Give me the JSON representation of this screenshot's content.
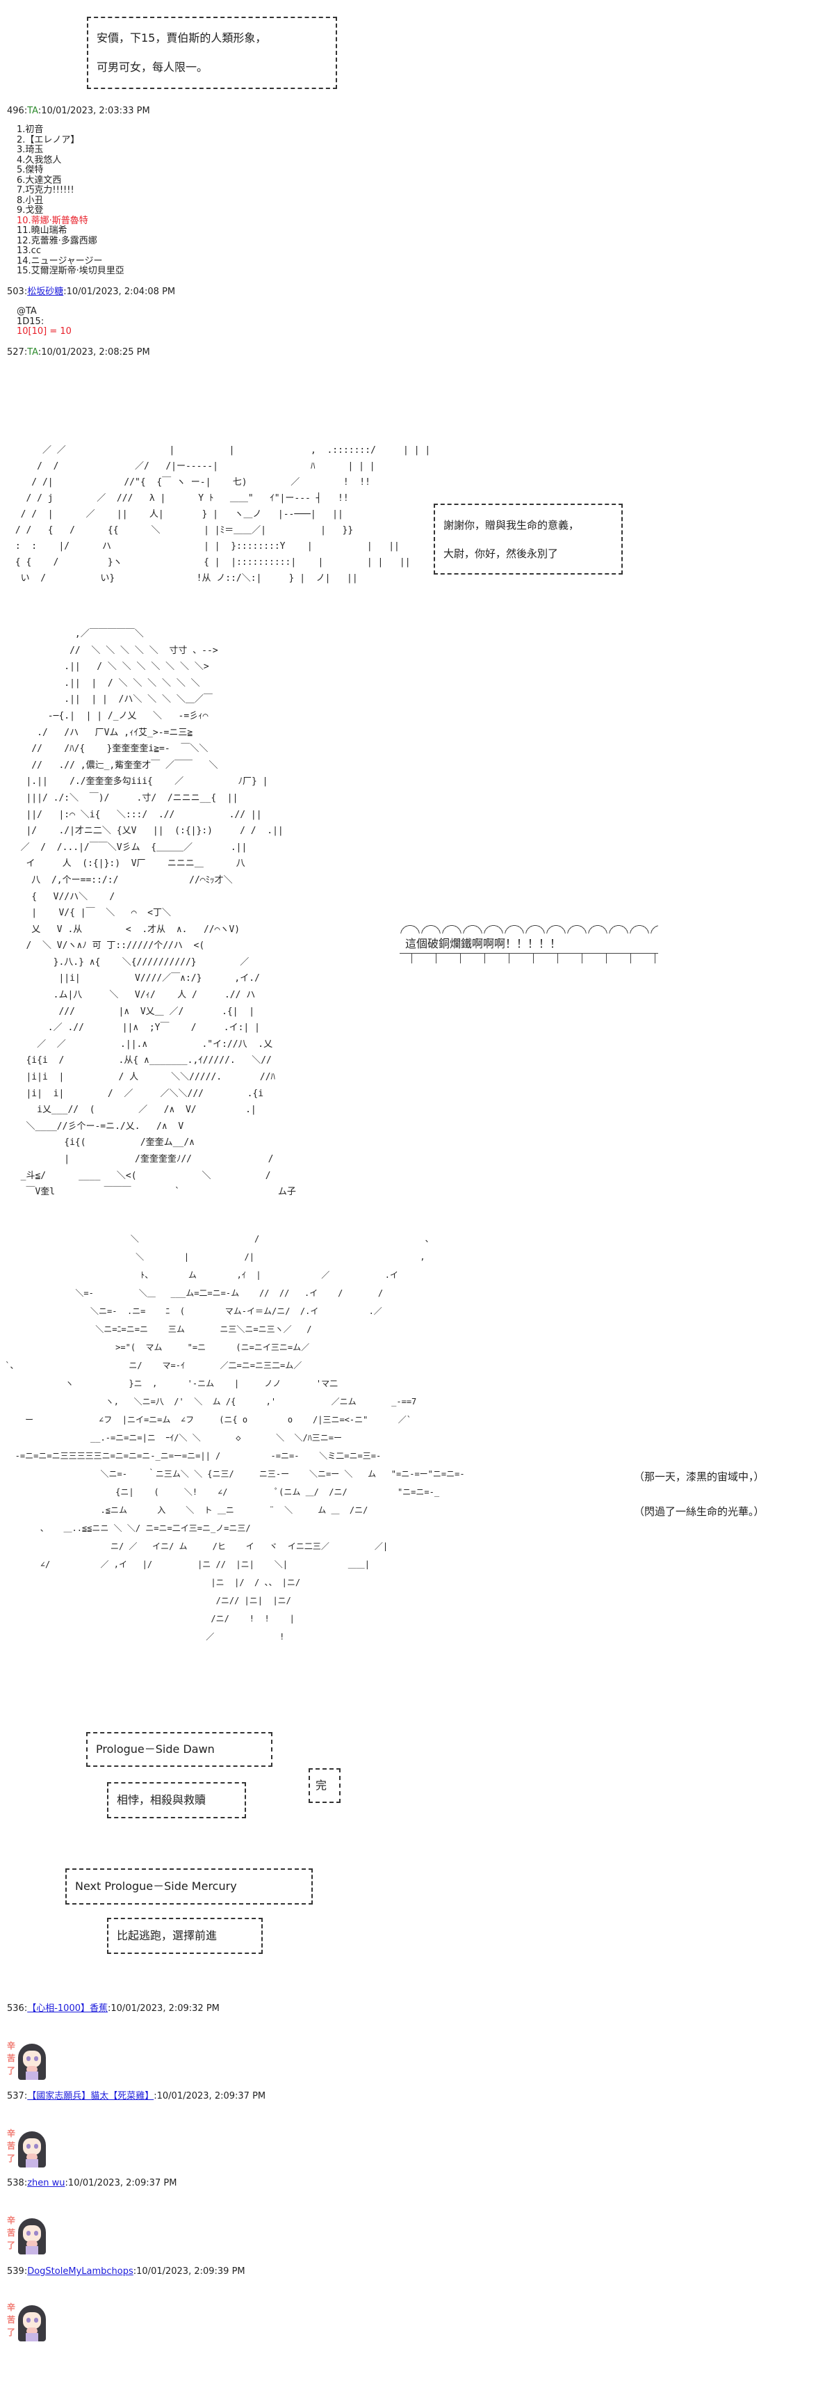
{
  "intro_box": {
    "line1": "安價，下15，賈伯斯的人類形象，",
    "line2": "可男可女，每人限一。"
  },
  "posts": [
    {
      "num": "496",
      "author": "TA",
      "time": "10/01/2023, 2:03:33 PM"
    },
    {
      "num": "503",
      "author": "松坂砂糖",
      "time": "10/01/2023, 2:04:08 PM"
    },
    {
      "num": "527",
      "author": "TA",
      "time": "10/01/2023, 2:08:25 PM"
    },
    {
      "num": "536",
      "author": "【心相-1000】香蕉",
      "time": "10/01/2023, 2:09:32 PM"
    },
    {
      "num": "537",
      "author": "【國家志願兵】貓太【死菜雞】",
      "time": "10/01/2023, 2:09:37 PM"
    },
    {
      "num": "538",
      "author": "zhen wu",
      "time": "10/01/2023, 2:09:37 PM"
    },
    {
      "num": "539",
      "author": "DogStoleMyLambchops",
      "time": "10/01/2023, 2:09:39 PM"
    }
  ],
  "candidates": [
    "1.初音",
    "2.【エレノア】",
    "3.琦玉",
    "4.久我悠人",
    "5.傑特",
    "6.大達文西",
    "7.巧克力!!!!!!",
    "8.小丑",
    "9.戈登",
    "10.蒂娜·斯普魯特",
    "11.曉山瑞希",
    "12.克蕾雅·多露西娜",
    "13.cc",
    "14.ニュージャージー",
    "15.艾爾涅斯帝·埃切貝里亞"
  ],
  "highlight_index": 9,
  "dice": {
    "mention": "@TA",
    "roll": "1D15:",
    "result": "10[10] = 10"
  },
  "scene": {
    "farewell_line1": "謝謝你，贈與我生命的意義，",
    "farewell_line2": "大尉，你好，然後永別了",
    "shout": "這個破銅爛鐵啊啊啊！！！！！",
    "narration1": "（那一天，漆黑的宙域中，）",
    "narration2": "（閃過了一絲生命的光華。）",
    "title": "Prologue－Side Dawn",
    "subtitle": "相悖，相殺與救贖",
    "end": "完",
    "next_title": "Next Prologue－Side Mercury",
    "next_subtitle": "比起逃跑，選擇前進"
  },
  "art": {
    "scene1": "      ／ ／                   |          |              ,  .:::::::/     | | |\n     /  /              ／/   /|ー‐‐‐‐‐|                 ﾊ      | | |\n    / /|             //\"{  {￣ ヽ ー-|    七)        ／        !  !!\n   / / j        ／  ///   λ |      Y ﾄ   ＿＿\"   ｲ\"|ー‐‐‐ ┤   !!\n  / /  |      ／    ||    人|       } |   ヽ＿ノ   |‐‐───|   ||\n / /   {   /      {{      ＼        | |ﾐ＝＿＿／|          |   }}\n :  :    |/      ハ                 | |  }::::::::Y    |          |   ||\n { {    /         }ヽ               { |  |::::::::::|    |        | |   ||\n  い  /          い}               !从 ノ::/＼:|     } |  ノ|   ||",
    "character": "            ,／￣￣￣￣￣＼\n           //  ＼ ＼ ＼ ＼ ＼  寸寸 、-->\n          .||   / ＼ ＼ ＼ ＼ ＼ ＼ ＼>\n          .||  |  / ＼ ＼ ＼ ＼ ＼ ＼\n          .||  | |  /ハ＼ ＼ ＼ ＼＿／￣\n       -─{.|  | | /_ノ乂   ＼   -=彡ｨ⌒\n     ./   /ハ   厂Vム ,ｨｲ艾_>-=ニ三≧\n    //    /ﾊ/{    }奎奎奎奎i≧=-  ￣＼＼\n    //   .// ,儂辷_,觜奎奎才￣ ／￣￣   ＼\n   |.||    /./奎奎奎多勾iii{    ／          ﾉ厂} |\n   |||/ ./:＼  ￣)/     .寸/  /ニニニ__{  ||\n   ||/   |:⌒ ＼i{   ＼:::/  .//          .// ||\n   |/    ./|才ニ二＼ {乂V   ||  (:{|}:)     / /  .||\n  ／  /  /...|/￣￣＼V彡ム  {＿＿＿／       .||\n   イ     人  (:{|}:)  V厂    ニニニ＿      八\n    八  /,个ー==::/:/             //⌒ﾐｯ才＼\n    {   V//ハ＼    /\n    |    V/{ |￣  ＼   ⌒  <丁＼\n    乂   V .从        <  .才从  ∧.   //⌒ヽV)\n   /  ＼ V/ヽ∧ﾉ 可 丁:://///个//ハ  <(\n        }.八.} ∧{    ＼{//////////}        ／\n         ||i|          V////／￣∧:/}      ,イ./\n        .ム|八     ＼   V/ｨ/    人 /     .// ハ\n         ///        |∧  V乂＿ ／/       .{|  |\n       .／ .//       ||∧  ;Y￣    /     .イ:| |\n     ／  ／          .||.∧          .\"イ://八  .乂\n   {i{i  /          .从{ ∧_______.,ｲ/////.   ＼//\n   |i|i  |          / 人      ＼＼/////.       //ﾊ\n   |i|  i|        /  ／     ／＼＼///        .{i\n     i乂___//  (        ／   /∧  V/         .|\n   ＼____//彡个ー-=ニ./乂.   /∧  V\n          {i{(          /奎奎ム__/∧\n          |            /奎奎奎奎ﾉ//              /\n  _斗≦/      ____   ＼<(            ＼          /\n   ￣V奎l         ￣￣￣        `                  ム子",
    "explosion": "                          ＼                       /                                 、\n                           ＼        |           /|                                 ,\n                            ﾄ、       ム        ,ｲ  |            ／           .イ\n               ＼=-         ＼＿   ___ム=二=ニ=-ム    //  //   .イ    /       /\n                  ＼ニ=-  .ニ=    ﾆ  (        マム-イ＝ム/ニ/  /.イ          .／\n                   ＼ニ=ﾆ=ニ=ニ    三ム       ニ三＼ニ=ニ三ヽ／   /\n                       >=\"(  マム     \"=ニ      (ニ=ニイ三ニ=ム／\n `、                      ニ/    マ=-ｲ       ／二=ニ=ニ三二=ム／\n             ヽ           }ニ  ,      '-ニム    |     ノノ       'マ二\n                     ヽ,   ＼ニ=八  /'  ＼  ム /{      ,'           ／ニム       _-==7\n     ー             ∠フ  |ニイ=ニ=ム  ∠フ     (ニ{ ο        ο    /|三ニ=<-ニ\"      ／`\n                  __.-=ニ=ニ=|ニ  ｰｲ/＼ ＼       ◇       ＼  ＼/ﾊ三ニ=ー\n   -=ニ=ニ=ニ三三三三三ニ=ニ=ニ=ニ-_ニ=ー=ニ=|| /          -=ニ=-    ＼ミ二=ニ=三=-\n                    ＼ニ=-    ｀ニ三ム＼ ＼ {ニ三/     ニ三-ー    ＼ニ=ー ＼   ム   \"=ニ-=ー\"ニ=ニ=-\n                       {ニ|    (     ＼!    ∠/          ﾟ(ニム ＿/  /ニ/          \"ニ=ニ=-_\n                    .≦ニム      入    ＼  ト ＿ニ       ¨  ＼     ム ＿  /ニ/\n        、   ＿..≦≦ニニ ＼ ＼/ ニ=ニ=二イ三=ニ_ノ=ニ三/\n                      ニ/ ／   イニ/ ム     /ヒ    イ   ヾ  イニ二三／         ／|\n        ∠/          ／ ,イ   |/         |ニ //  |ニ|    ＼|            ＿＿|\n                                          |ニ  |/  / 、、 |ニ/\n                                           /ニ// |ニ|  |ニ/\n                                          /ニ/    !  !    |\n                                         ／             !"
  },
  "sticker_text": "辛苦了",
  "colors": {
    "link": "#1a1adb",
    "author_green": "#2e8b2e",
    "highlight_red": "#e8202a",
    "sticker_pink": "#f07b72"
  }
}
